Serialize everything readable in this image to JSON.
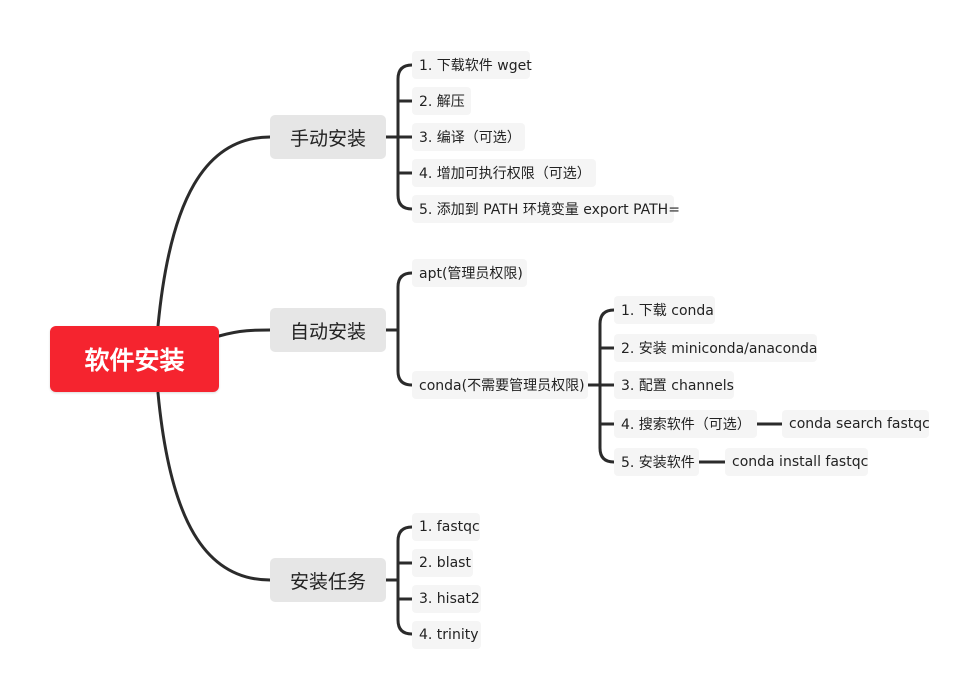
{
  "colors": {
    "root": "#f5242f",
    "main_bg": "#e6e6e6",
    "leaf_bg": "#f5f5f5",
    "line": "#2b2b2b"
  },
  "root": {
    "label": "软件安装"
  },
  "manual": {
    "label": "手动安装",
    "steps": [
      "1. 下载软件 wget",
      "2. 解压",
      "3. 编译（可选）",
      "4. 增加可执行权限（可选）",
      "5. 添加到 PATH 环境变量 export PATH="
    ]
  },
  "auto": {
    "label": "自动安装",
    "apt": "apt(管理员权限)",
    "conda": {
      "label": "conda(不需要管理员权限)",
      "steps": [
        "1. 下载 conda",
        "2. 安装 miniconda/anaconda",
        "3. 配置 channels",
        "4. 搜索软件（可选）",
        "5. 安装软件"
      ],
      "search_cmd": "conda search fastqc",
      "install_cmd": "conda install fastqc"
    }
  },
  "tasks": {
    "label": "安装任务",
    "items": [
      "1. fastqc",
      "2. blast",
      "3. hisat2",
      "4. trinity"
    ]
  }
}
